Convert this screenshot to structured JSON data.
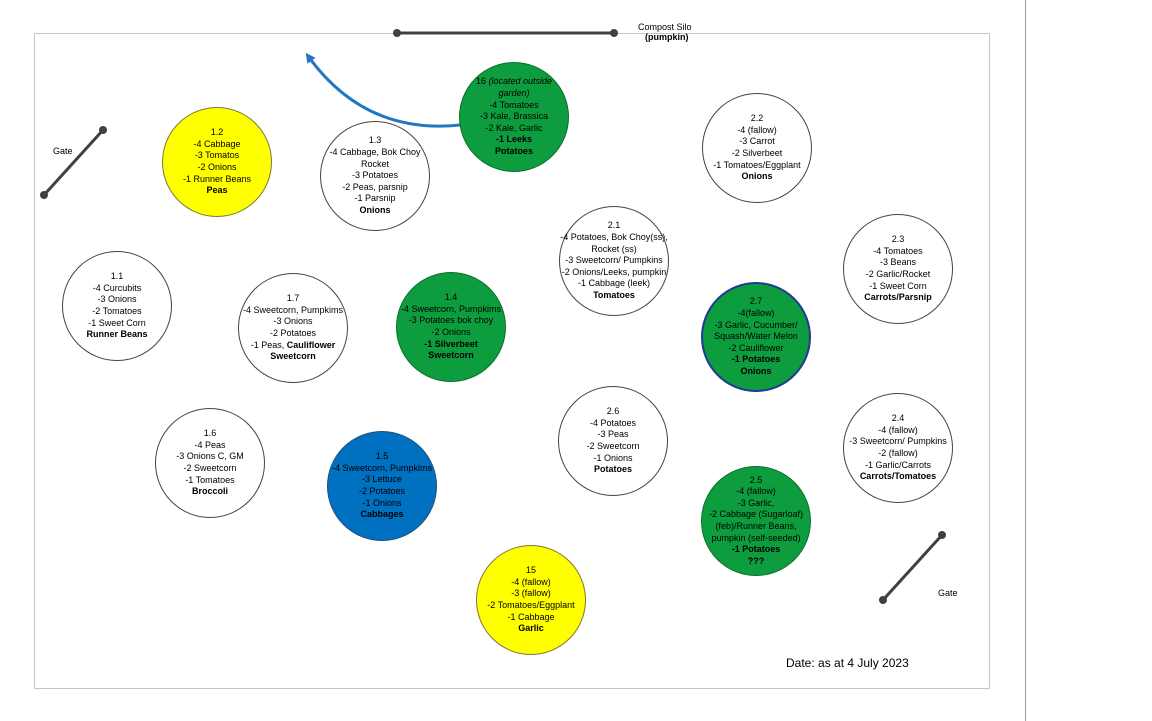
{
  "labels": {
    "gate_left": "Gate",
    "gate_right": "Gate",
    "compost_title": "Compost Silo",
    "compost_sub": "(pumpkin)",
    "date": "Date: as at 4 July 2023"
  },
  "colors": {
    "yellow": "#ffff00",
    "green": "#0d9d3e",
    "blue": "#0070c0",
    "arrow": "#1f78c1",
    "line": "#404040"
  },
  "beds": {
    "b1_2": {
      "id": "1.2",
      "lines": [
        "-4 Cabbage",
        "-3 Tomatos",
        "-2 Onions",
        "-1 Runner Beans"
      ],
      "crop": "Peas"
    },
    "b1_3": {
      "id": "1.3",
      "lines": [
        "-4 Cabbage, Bok Choy",
        "Rocket",
        "-3 Potatoes",
        "-2 Peas, parsnip",
        "-1 Parsnip"
      ],
      "crop": "Onions"
    },
    "b16": {
      "id": "16",
      "note_italic": "(located outside garden)",
      "lines": [
        "-4 Tomatoes",
        "-3 Kale, Brassica",
        "-2 Kale, Garlic"
      ],
      "bold_line": "-1 Leeks",
      "crop": "Potatoes"
    },
    "b2_2": {
      "id": "2.2",
      "lines": [
        "-4 (fallow)",
        "-3 Carrot",
        "-2 Silverbeet",
        "-1 Tomatoes/Eggplant"
      ],
      "crop": "Onions"
    },
    "b2_1": {
      "id": "2.1",
      "lines": [
        "-4 Potatoes, Bok Choy(ss),",
        "Rocket (ss)",
        "-3 Sweetcorn/ Pumpkins",
        "-2 Onions/Leeks, pumpkin",
        "-1 Cabbage (leek)"
      ],
      "crop": "Tomatoes"
    },
    "b2_3": {
      "id": "2.3",
      "lines": [
        "-4 Tomatoes",
        "-3 Beans",
        "-2 Garlic/Rocket",
        "-1 Sweet Corn"
      ],
      "crop": "Carrots/Parsnip"
    },
    "b1_1": {
      "id": "1.1",
      "lines": [
        "-4 Curcubits",
        "-3 Onions",
        "-2 Tomatoes",
        "-1 Sweet Corn"
      ],
      "crop": "Runner Beans"
    },
    "b1_7": {
      "id": "1.7",
      "lines": [
        "-4 Sweetcorn, Pumpkims",
        "-3 Onions",
        "-2 Potatoes"
      ],
      "last_prefix": "-1 Peas, ",
      "last_bold": "Cauliflower",
      "crop": "Sweetcorn"
    },
    "b1_4": {
      "id": "1.4",
      "lines": [
        "-4 Sweetcorn, Pumpkims",
        "-3 Potatoes bok choy",
        "-2 Onions"
      ],
      "bold_line": "-1 Silverbeet",
      "crop": "Sweetcorn"
    },
    "b2_7": {
      "id": "2.7",
      "lines": [
        "-4(fallow)",
        "-3 Garlic, Cucumber/",
        "Squash/Water Melon",
        "-2 Cauliflower"
      ],
      "bold_line": "-1 Potatoes",
      "crop": "Onions"
    },
    "b2_6": {
      "id": "2.6",
      "lines": [
        "-4 Potatoes",
        "-3 Peas",
        "-2 Sweetcorn",
        "-1 Onions"
      ],
      "crop": "Potatoes"
    },
    "b2_4": {
      "id": "2.4",
      "lines": [
        "-4 (fallow)",
        "-3 Sweetcorn/ Pumpkins",
        "-2 (fallow)",
        "-1 Garlic/Carrots"
      ],
      "crop": "Carrots/Tomatoes"
    },
    "b1_6": {
      "id": "1.6",
      "lines": [
        "-4 Peas",
        "-3 Onions C, GM",
        "-2 Sweetcorn",
        "-1 Tomatoes"
      ],
      "crop": "Broccoli"
    },
    "b1_5": {
      "id": "1.5",
      "lines": [
        "-4 Sweetcorn, Pumpkims",
        "-3 Lettuce",
        "-2 Potatoes",
        "-1 Onions"
      ],
      "crop": "Cabbages"
    },
    "b2_5": {
      "id": "2.5",
      "lines": [
        "-4 (fallow)",
        "-3 Garlic,",
        "-2 Cabbage (Sugarloaf)",
        "(feb)/Runner Beans,",
        "pumpkin (self-seeded)"
      ],
      "bold_line": "-1 Potatoes",
      "crop": "???"
    },
    "b15": {
      "id": "15",
      "lines": [
        "-4 (fallow)",
        "-3 (fallow)",
        "-2 Tomatoes/Eggplant",
        "-1 Cabbage"
      ],
      "crop": "Garlic"
    }
  }
}
